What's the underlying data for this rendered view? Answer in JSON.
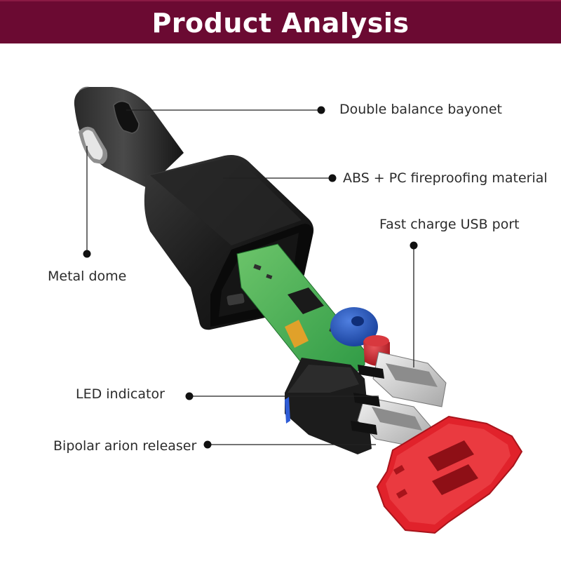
{
  "header": {
    "title": "Product Analysis",
    "background_color": "#6b0a32"
  },
  "callouts": {
    "double_balance_bayonet": "Double balance bayonet",
    "abs_pc_material": "ABS + PC fireproofing material",
    "fast_charge_usb_port": "Fast charge USB port",
    "metal_dome": "Metal dome",
    "led_indicator": "LED indicator",
    "bipolar_arion_releaser": "Bipolar arion releaser"
  },
  "colors": {
    "housing": "#1e1e1e",
    "pcb": "#3fae4f",
    "knob_blue": "#1f4fb5",
    "cap_red": "#c8202a",
    "face_plate_red": "#e1222b",
    "usb_metal": "#d6d6d6"
  }
}
